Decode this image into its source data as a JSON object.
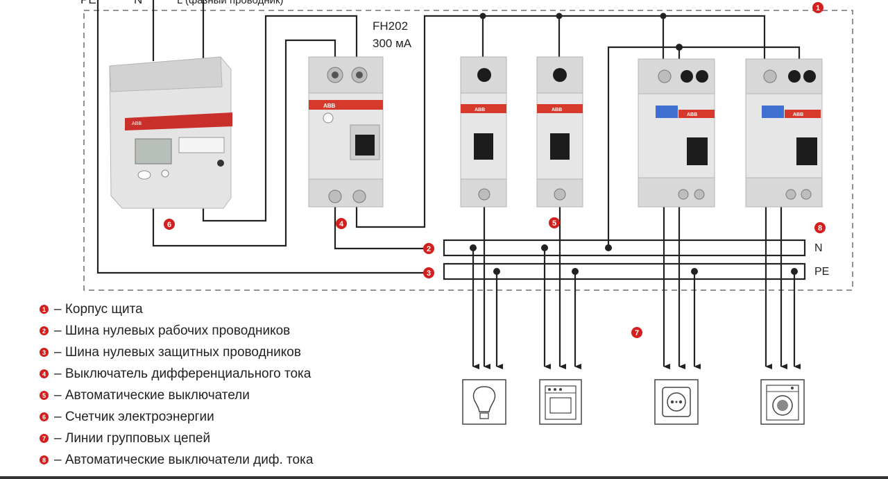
{
  "top_labels": {
    "pe": "PE",
    "n": "N",
    "l": "L (фазный проводник)"
  },
  "rcd_model": "FH202",
  "rcd_rating": "300 мА",
  "busbar_labels": {
    "n": "N",
    "pe": "PE"
  },
  "device_brand": "ABB",
  "markers": {
    "m1": "1",
    "m2": "2",
    "m3": "3",
    "m4": "4",
    "m5": "5",
    "m6": "6",
    "m7": "7",
    "m8": "8"
  },
  "legend": [
    {
      "num": "1",
      "text": "– Корпус щита"
    },
    {
      "num": "2",
      "text": "– Шина нулевых рабочих проводников"
    },
    {
      "num": "3",
      "text": "– Шина нулевых защитных проводников"
    },
    {
      "num": "4",
      "text": "– Выключатель дифференциального тока"
    },
    {
      "num": "5",
      "text": "– Автоматические выключатели"
    },
    {
      "num": "6",
      "text": "– Счетчик электроэнергии"
    },
    {
      "num": "7",
      "text": "– Линии групповых цепей"
    },
    {
      "num": "8",
      "text": "– Автоматические выключатели диф. тока"
    }
  ],
  "loads": [
    {
      "icon": "light-bulb-icon"
    },
    {
      "icon": "stove-icon"
    },
    {
      "icon": "socket-icon"
    },
    {
      "icon": "washing-machine-icon"
    }
  ],
  "colors": {
    "marker": "#d41f1f",
    "wire": "#222222",
    "device": "#e6e6e6",
    "abb_band": "#d63a2c",
    "rcbo_blue": "#3f6fd0"
  }
}
